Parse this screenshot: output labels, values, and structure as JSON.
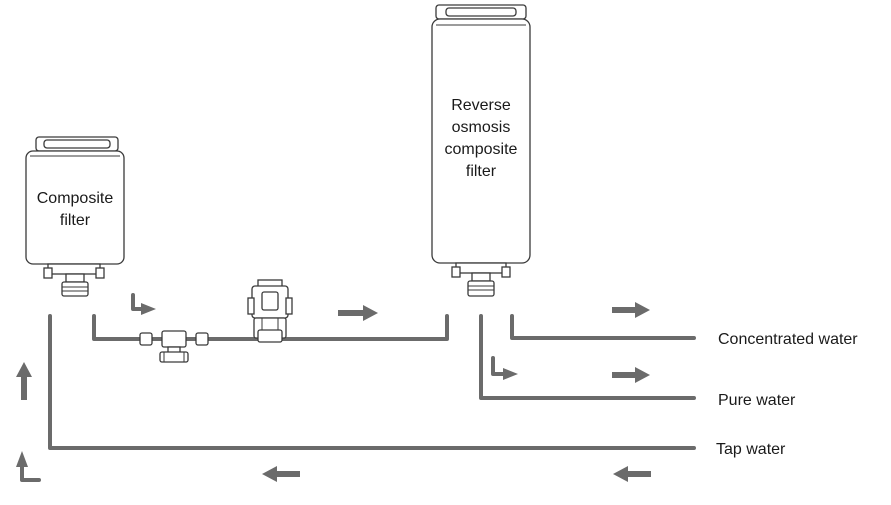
{
  "filters": {
    "composite": {
      "line1": "Composite",
      "line2": "filter"
    },
    "ro": {
      "line1": "Reverse",
      "line2": "osmosis",
      "line3": "composite",
      "line4": "filter"
    }
  },
  "outputs": {
    "concentrated": "Concentrated water",
    "pure": "Pure water",
    "tap": "Tap water"
  },
  "colors": {
    "pipe": "#6b6b6b",
    "outline": "#3a3a3a"
  }
}
